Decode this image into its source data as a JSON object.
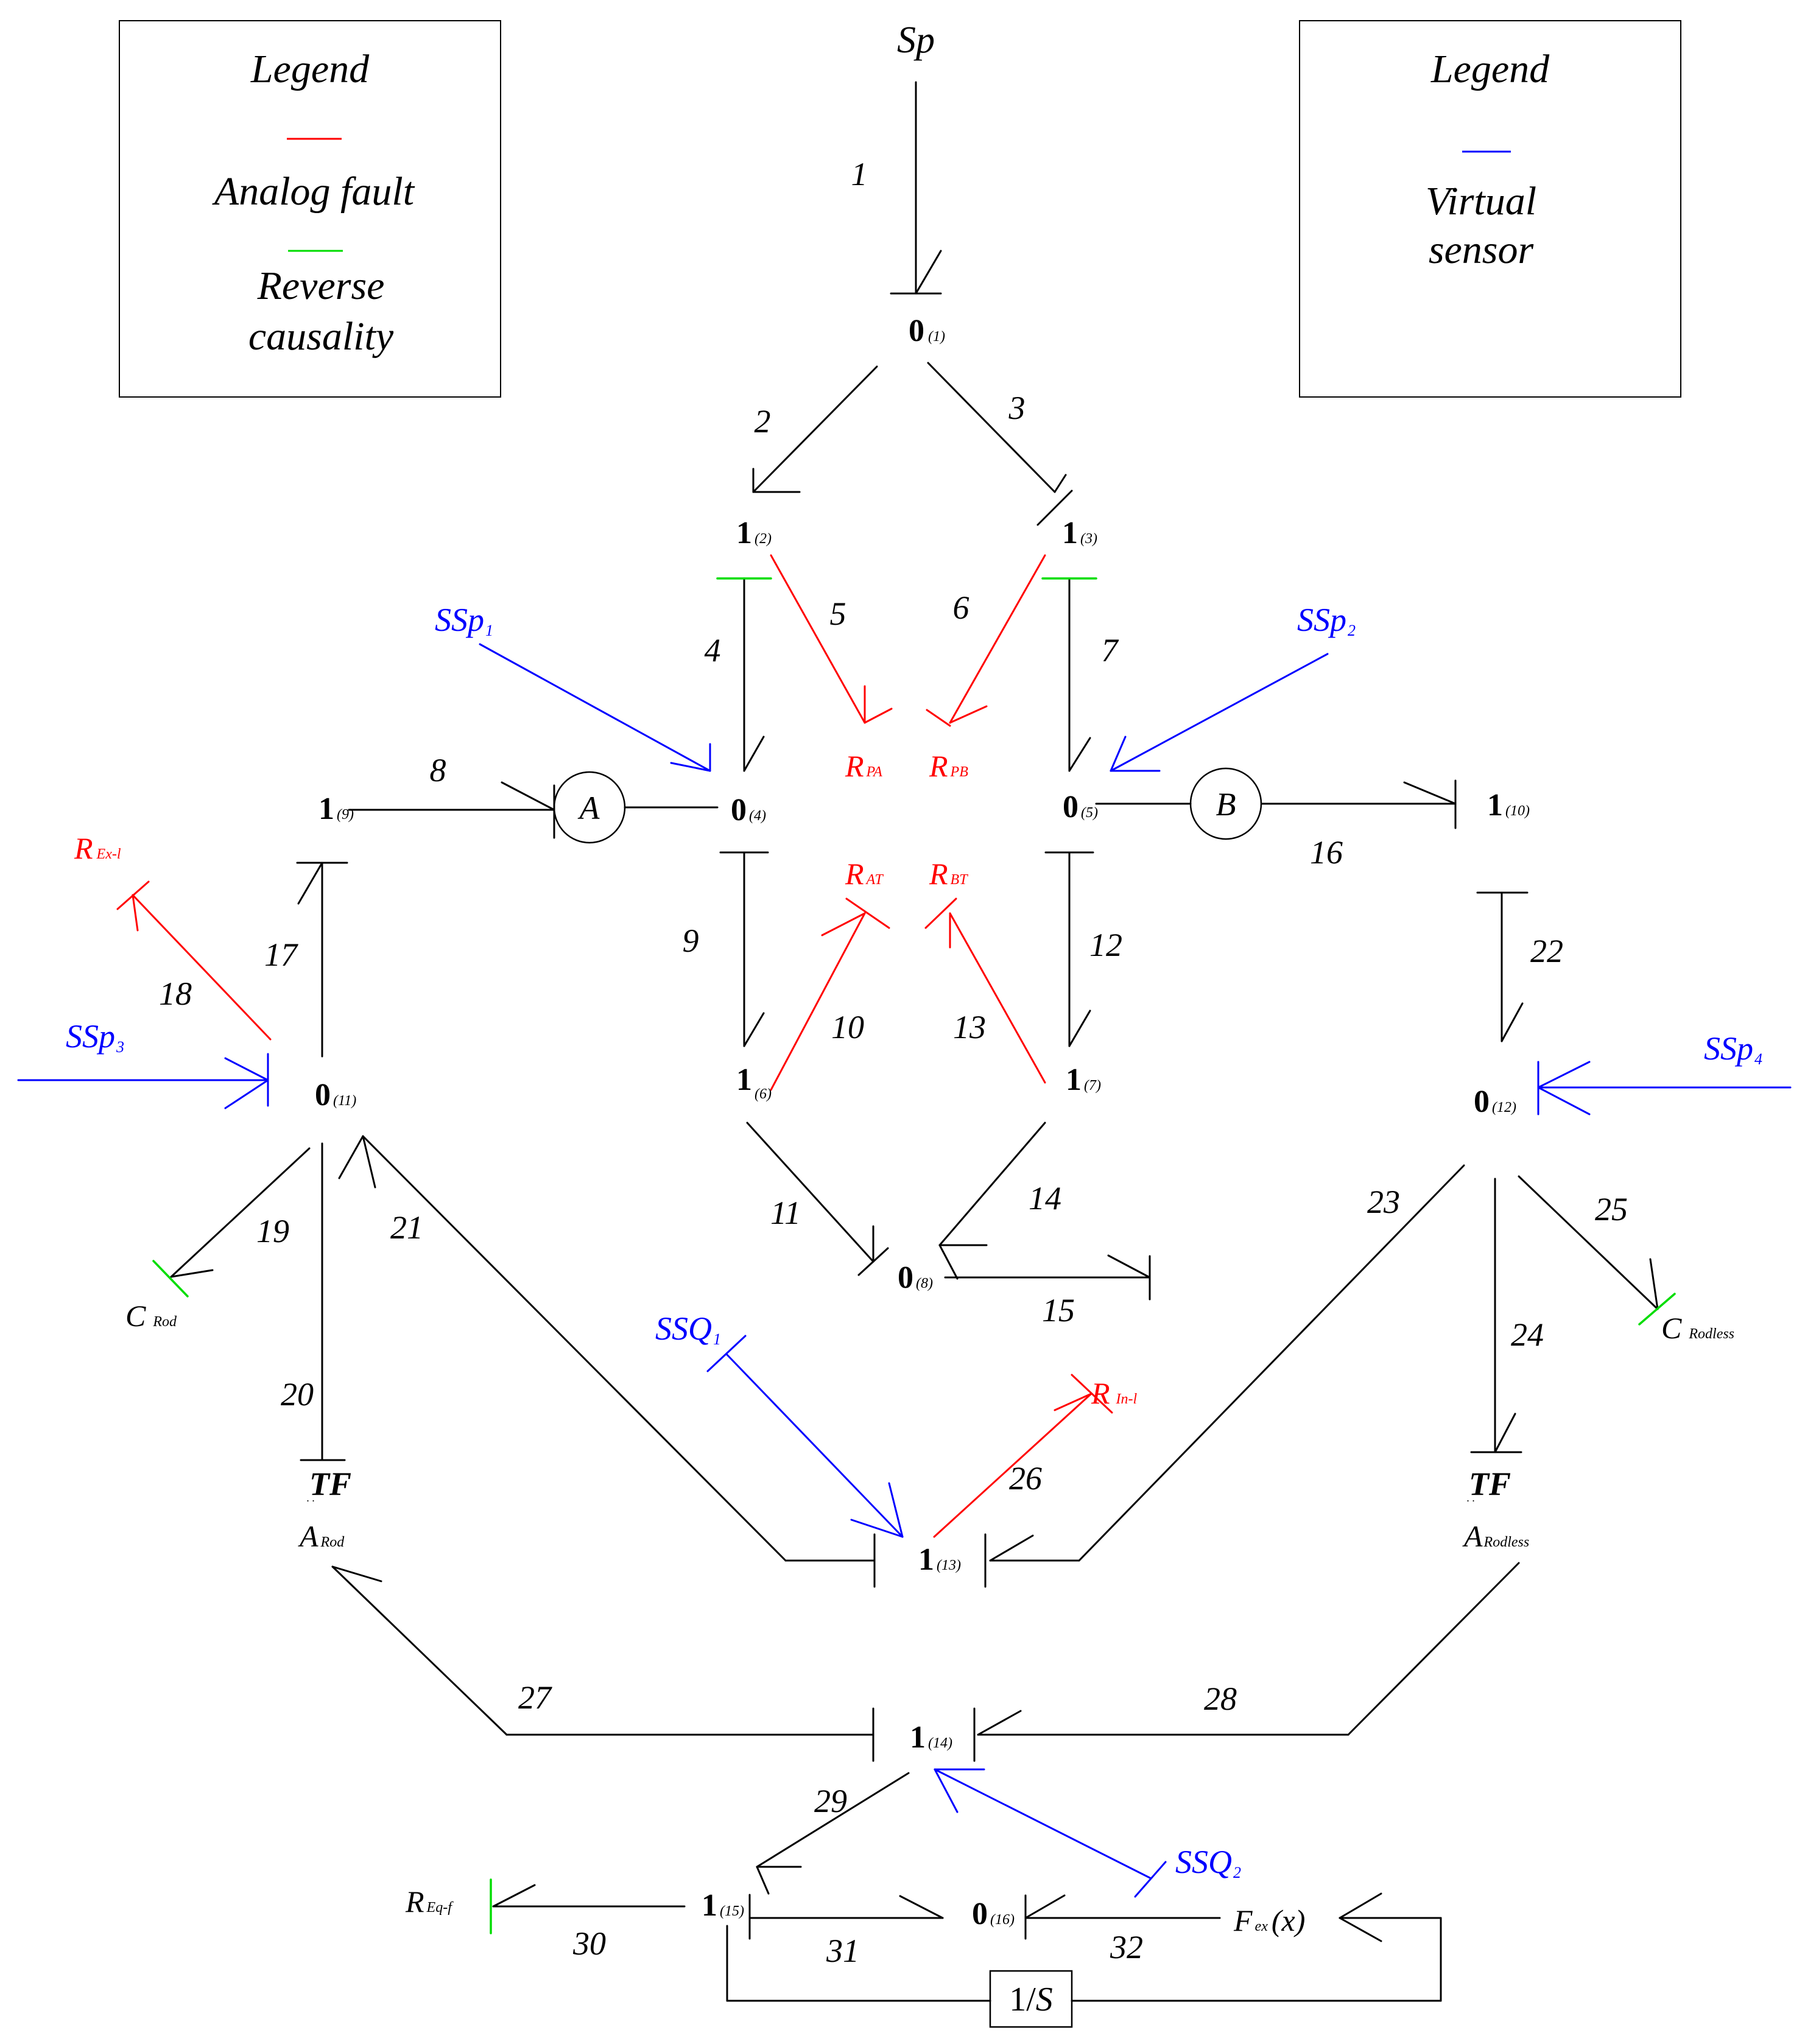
{
  "colors": {
    "normal": "#000000",
    "fault": "#ff0000",
    "reverse": "#00dd00",
    "sensor": "#0000ff"
  },
  "legend_left": {
    "title": "Legend",
    "item1": "Analog fault",
    "item2a": "Reverse",
    "item2b": "causality"
  },
  "legend_right": {
    "title": "Legend",
    "item1a": "Virtual",
    "item1b": "sensor"
  },
  "source": "Sp",
  "junctions": {
    "j1": {
      "sym": "0",
      "idx": "(1)"
    },
    "j2": {
      "sym": "1",
      "idx": "(2)"
    },
    "j3": {
      "sym": "1",
      "idx": "(3)"
    },
    "j4": {
      "sym": "0",
      "idx": "(4)"
    },
    "j5": {
      "sym": "0",
      "idx": "(5)"
    },
    "j6": {
      "sym": "1",
      "idx": "(6)"
    },
    "j7": {
      "sym": "1",
      "idx": "(7)"
    },
    "j8": {
      "sym": "0",
      "idx": "(8)"
    },
    "j9": {
      "sym": "1",
      "idx": "(9)"
    },
    "j10": {
      "sym": "1",
      "idx": "(10)"
    },
    "j11": {
      "sym": "0",
      "idx": "(11)"
    },
    "j12": {
      "sym": "0",
      "idx": "(12)"
    },
    "j13": {
      "sym": "1",
      "idx": "(13)"
    },
    "j14": {
      "sym": "1",
      "idx": "(14)"
    },
    "j15": {
      "sym": "1",
      "idx": "(15)"
    },
    "j16": {
      "sym": "0",
      "idx": "(16)"
    }
  },
  "bonds": [
    "1",
    "2",
    "3",
    "4",
    "5",
    "6",
    "7",
    "8",
    "9",
    "10",
    "11",
    "12",
    "13",
    "14",
    "15",
    "16",
    "17",
    "18",
    "19",
    "20",
    "21",
    "22",
    "23",
    "24",
    "25",
    "26",
    "27",
    "28",
    "29",
    "30",
    "31",
    "32"
  ],
  "elements": {
    "rpa": {
      "main": "R",
      "sub": "PA"
    },
    "rpb": {
      "main": "R",
      "sub": "PB"
    },
    "rat": {
      "main": "R",
      "sub": "AT"
    },
    "rbt": {
      "main": "R",
      "sub": "BT"
    },
    "rexl": {
      "main": "R",
      "sub": "Ex-l"
    },
    "rinl": {
      "main": "R",
      "sub": "In-l"
    },
    "reqf": {
      "main": "R",
      "sub": "Eq-f"
    },
    "crod": {
      "main": "C",
      "sub": "Rod"
    },
    "crodless": {
      "main": "C",
      "sub": "Rodless"
    },
    "tf_rod": {
      "main": "TF",
      "area": "A",
      "sub": "Rod",
      "dots": "· ·"
    },
    "tf_rodless": {
      "main": "TF",
      "area": "A",
      "sub": "Rodless",
      "dots": "· ·"
    },
    "circle_a": "A",
    "circle_b": "B",
    "integrator": {
      "pre": "1/",
      "var": "S"
    },
    "fex": {
      "main": "F",
      "sub": "ex",
      "arg": "(x)"
    }
  },
  "sensors": {
    "ssp1": {
      "main": "SSp",
      "sub": "1"
    },
    "ssp2": {
      "main": "SSp",
      "sub": "2"
    },
    "ssp3": {
      "main": "SSp",
      "sub": "3"
    },
    "ssp4": {
      "main": "SSp",
      "sub": "4"
    },
    "ssq1": {
      "main": "SSQ",
      "sub": "1"
    },
    "ssq2": {
      "main": "SSQ",
      "sub": "2"
    }
  }
}
